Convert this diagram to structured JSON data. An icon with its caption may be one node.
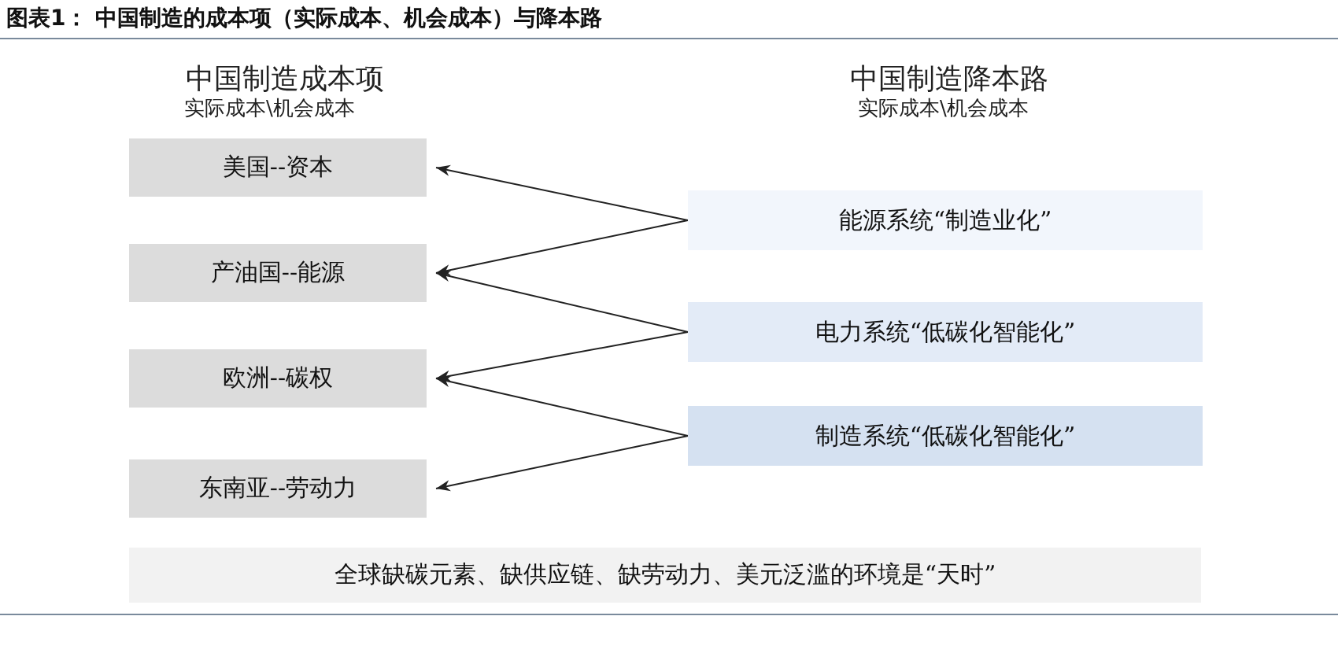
{
  "diagram": {
    "title": "图表1：  中国制造的成本项（实际成本、机会成本）与降本路",
    "nodes": [
      {
        "text": [
          "美国--资本"
        ]
      },
      {
        "text": [
          "产油国--能源"
        ]
      },
      {
        "text": [
          "欧洲--碳权"
        ]
      },
      {
        "text": [
          "东南亚--劳动力"
        ]
      },
      {
        "text": [
          "能源系统“制造业化”"
        ]
      },
      {
        "text": [
          "电力系统“低碳化智能化”"
        ]
      },
      {
        "text": [
          "制造系统“低碳化智能化”"
        ]
      },
      {
        "text": [
          "全球缺碳元素、缺供应链、缺劳动力、美元泛滥的环境是“天时”"
        ]
      }
    ],
    "edges": [
      {
        "from": 4,
        "to": 0,
        "arrow": "to"
      },
      {
        "from": 4,
        "to": 1,
        "arrow": "to"
      },
      {
        "from": 5,
        "to": 1,
        "arrow": "to"
      },
      {
        "from": 5,
        "to": 2,
        "arrow": "to"
      },
      {
        "from": 6,
        "to": 2,
        "arrow": "to"
      },
      {
        "from": 6,
        "to": 3,
        "arrow": "to"
      }
    ],
    "labels": [
      "中国制造成本项",
      "实际成本\\机会成本",
      "中国制造降本路",
      "实际成本\\机会成本"
    ]
  }
}
